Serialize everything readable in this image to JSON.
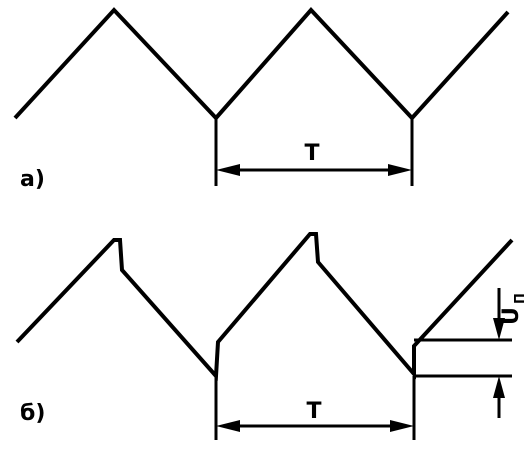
{
  "diagram": {
    "panel_a": {
      "label": "а)",
      "period_label": "T",
      "waveform": "triangular",
      "color": "#000000"
    },
    "panel_b": {
      "label": "б)",
      "period_label": "T",
      "step_label": "U",
      "step_label_subscript": "П",
      "waveform": "triangular-with-step",
      "color": "#000000"
    }
  }
}
